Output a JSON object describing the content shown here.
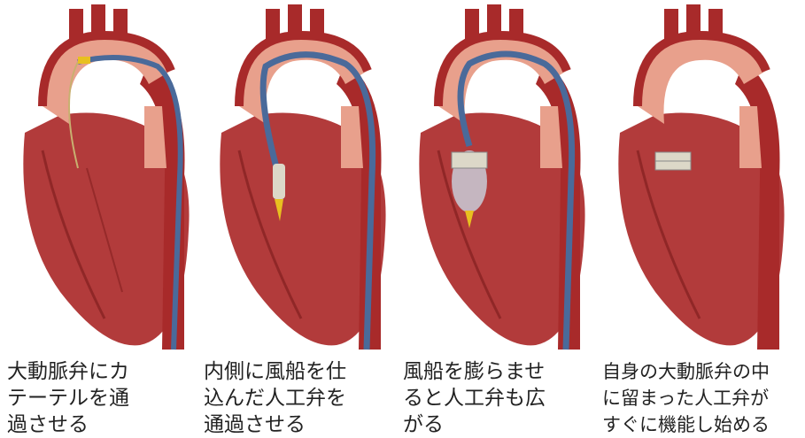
{
  "panels": [
    {
      "id": "step1",
      "caption_lines": [
        "大動脈弁にカ",
        "テーテルを通",
        "過させる"
      ],
      "device": "catheter-crossing"
    },
    {
      "id": "step2",
      "caption_lines": [
        "内側に風船を仕",
        "込んだ人工弁を",
        "通過させる"
      ],
      "device": "valve-on-balloon"
    },
    {
      "id": "step3",
      "caption_lines": [
        "風船を膨らませ",
        "ると人工弁も広",
        "がる"
      ],
      "device": "balloon-expanded"
    },
    {
      "id": "step4",
      "caption_lines": [
        "自身の大動脈弁の中",
        "に留まった人工弁が",
        "すぐに機能し始める"
      ],
      "device": "valve-implanted"
    }
  ],
  "colors": {
    "aorta": "#a82a2a",
    "aorta_light": "#e8a08c",
    "heart": "#b23b3b",
    "heart_dark": "#7a1a1a",
    "catheter": "#4a6a9a",
    "valve": "#dcd8c8",
    "balloon": "#c8ccd8",
    "tip": "#e8c020"
  }
}
